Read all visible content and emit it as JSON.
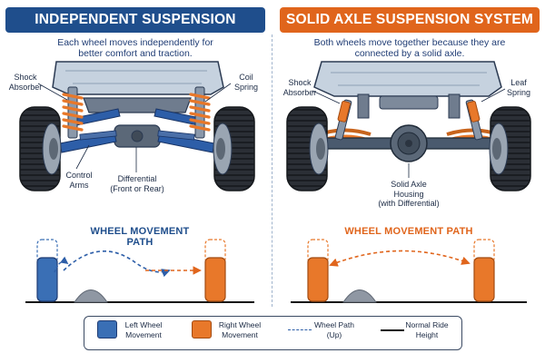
{
  "left_panel": {
    "title": "INDEPENDENT SUSPENSION SYSTEM",
    "subtitle_line1": "Each wheel moves independently for",
    "subtitle_line2": "better comfort and traction.",
    "labels": {
      "shock_line1": "Shock",
      "shock_line2": "Absorber",
      "coil_line1": "Coil",
      "coil_line2": "Spring",
      "control_line1": "Control",
      "control_line2": "Arms",
      "diff_line1": "Differential",
      "diff_line2": "(Front or Rear)"
    },
    "path_title": "WHEEL MOVEMENT PATH"
  },
  "right_panel": {
    "title": "SOLID AXLE SUSPENSION SYSTEM",
    "subtitle_line1": "Both wheels move together because they are",
    "subtitle_line2": "connected by a solid axle.",
    "labels": {
      "shock_line1": "Shock",
      "shock_line2": "Absorber",
      "leaf_line1": "Leaf",
      "leaf_line2": "Spring",
      "housing_line1": "Solid Axle",
      "housing_line2": "Housing",
      "housing_line3": "(with Differential)"
    },
    "path_title": "WHEEL MOVEMENT PATH"
  },
  "legend": {
    "left_wheel_line1": "Left Wheel",
    "left_wheel_line2": "Movement",
    "right_wheel_line1": "Right Wheel",
    "right_wheel_line2": "Movement",
    "wheel_path_line1": "Wheel Path",
    "wheel_path_line2": "(Up)",
    "ride_height_line1": "Normal Ride",
    "ride_height_line2": "Height"
  },
  "colors": {
    "navy": "#1f4e8c",
    "orange": "#e0651c",
    "left_wheel": "#3a6fb5",
    "right_wheel": "#e8782a",
    "chassis": "#c6d2df"
  }
}
